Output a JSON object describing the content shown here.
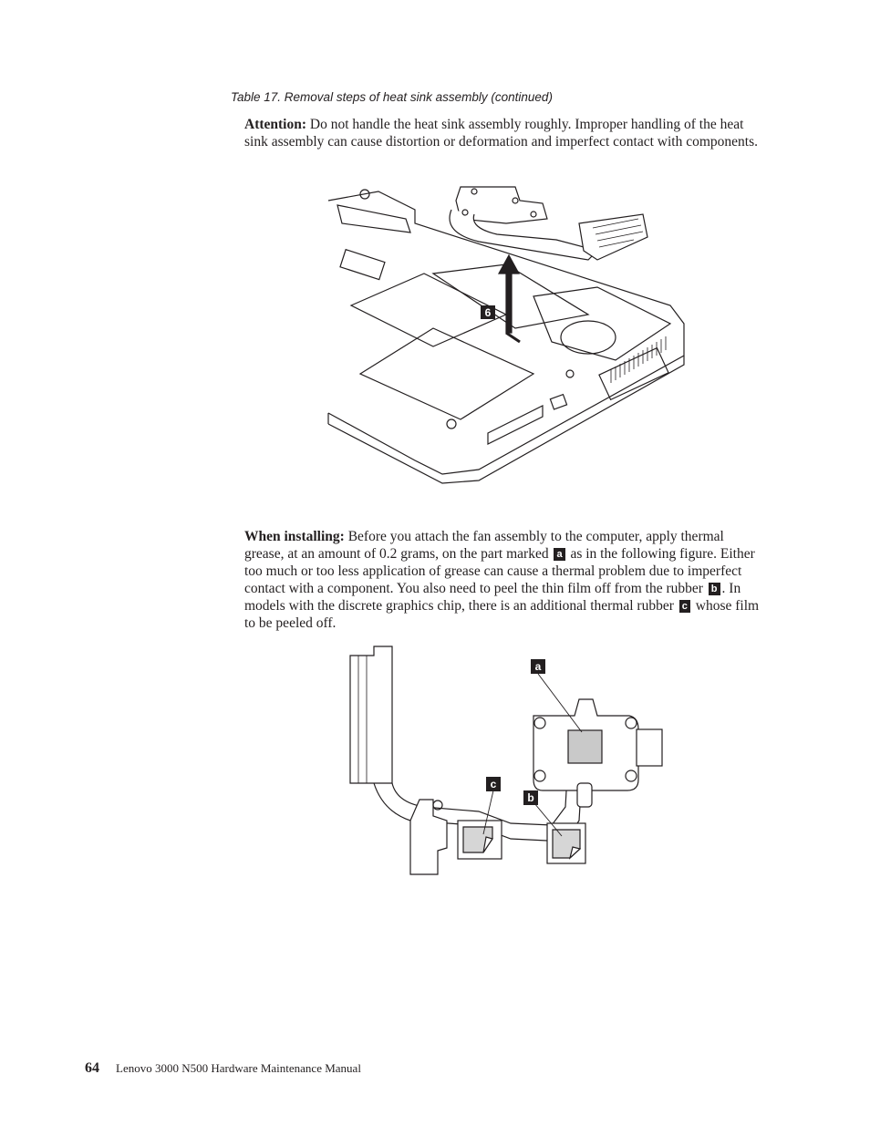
{
  "caption": "Table 17. Removal steps of heat sink assembly  (continued)",
  "attention": {
    "label": "Attention:",
    "text": "Do not handle the heat sink assembly roughly. Improper handling of the heat sink assembly can cause distortion or deformation and imperfect contact with components."
  },
  "figure1": {
    "step_callout": "6"
  },
  "installing": {
    "label": "When installing:",
    "seg1": "Before you attach the fan assembly to the computer, apply thermal grease, at an amount of 0.2 grams, on the part marked",
    "tag_a": "a",
    "seg2": "as in the following figure. Either too much or too less application of grease can cause a thermal problem due to imperfect contact with a component. You also need to peel the thin film off from the rubber",
    "tag_b": "b",
    "seg3": ". In models with the discrete graphics chip, there is an additional thermal rubber",
    "tag_c": "c",
    "seg4": "whose film to be peeled off."
  },
  "figure2": {
    "callout_a": "a",
    "callout_b": "b",
    "callout_c": "c"
  },
  "footer": {
    "page_number": "64",
    "manual_title": "Lenovo 3000 N500 Hardware Maintenance Manual"
  }
}
